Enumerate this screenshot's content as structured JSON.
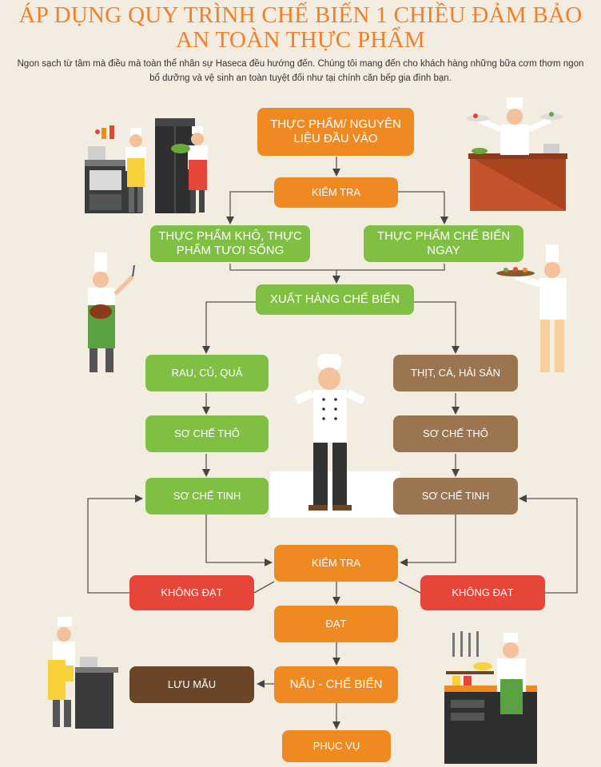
{
  "header": {
    "title_line1": "ÁP DỤNG QUY TRÌNH CHẾ BIẾN 1 CHIỀU ĐẢM BẢO",
    "title_line2": "AN TOÀN THỰC PHẨM",
    "description": "Ngon sạch từ tâm mà điều mà toàn thể nhân sự Haseca đều hướng đến. Chúng tôi mang đến cho khách hàng những bữa cơm thơm ngon bổ dưỡng và vệ sinh an toàn tuyệt đối như tại chính căn bếp gia đình bạn."
  },
  "flow": {
    "input": "THỰC PHẨM/ NGUYÊN LIỆU ĐẦU VÀO",
    "check1": "KIỂM TRA",
    "dry_fresh": "THỰC PHẨM KHÔ, THỰC PHẨM TƯƠI SỐNG",
    "ready": "THỰC PHẨM CHẾ BIẾN NGAY",
    "dispatch": "XUẤT HÀNG CHẾ BIẾN",
    "vegetables": "RAU, CỦ, QUẢ",
    "meat": "THỊT, CÁ, HẢI SẢN",
    "rough_left": "SƠ CHẾ THÔ",
    "rough_right": "SƠ CHẾ THÔ",
    "fine_left": "SƠ CHẾ TINH",
    "fine_right": "SƠ CHẾ TINH",
    "check2": "KIỂM TRA",
    "fail_left": "KHÔNG ĐẠT",
    "fail_right": "KHÔNG ĐẠT",
    "pass": "ĐẠT",
    "cook": "NẤU - CHẾ BIẾN",
    "sample": "LƯU MẪU",
    "serve": "PHỤC VỤ"
  },
  "colors": {
    "orange": "#ef8a22",
    "green": "#7fbf41",
    "brown": "#9b7450",
    "dark_brown": "#6b4527",
    "red": "#e6463a",
    "title": "#f07f2a"
  }
}
